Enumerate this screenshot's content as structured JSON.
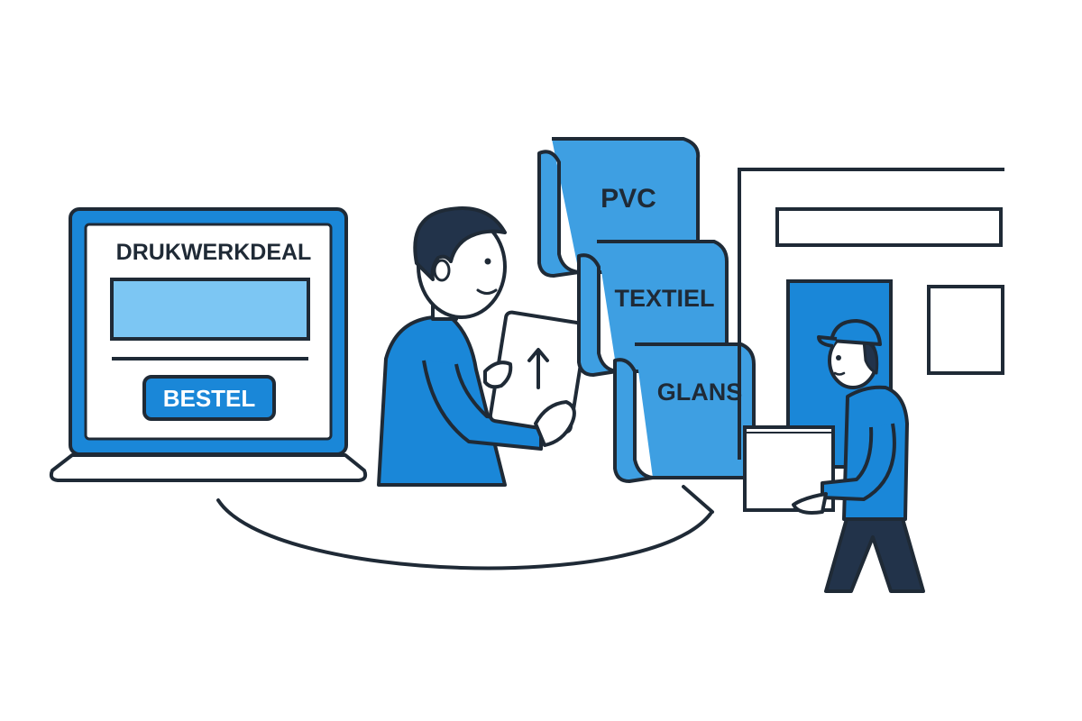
{
  "laptop": {
    "brand": "DRUKWERKDEAL",
    "order_button": "BESTEL"
  },
  "materials": [
    {
      "label": "PVC"
    },
    {
      "label": "TEXTIEL"
    },
    {
      "label": "GLANS"
    }
  ],
  "icons": {
    "upload": "arrow-up-icon"
  },
  "colors": {
    "accent": "#1a87d8",
    "accent_light": "#7cc6f3",
    "banner": "#3e9fe2",
    "outline": "#1f2a36",
    "navy": "#22334a"
  }
}
